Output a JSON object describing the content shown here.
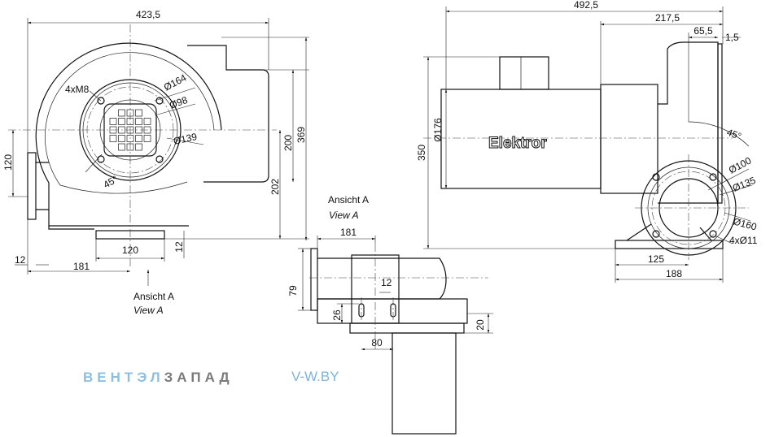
{
  "brand": {
    "part1": "ВЕНТЭЛ",
    "part2": "ЗАПАД",
    "site": "V-W.BY",
    "color_part1": "#8fbfe0",
    "color_part2": "#7a7a7a"
  },
  "front_view": {
    "width": "423,5",
    "height_369": "369",
    "height_200": "200",
    "height_202": "202",
    "height_120": "120",
    "dim_120_base": "120",
    "dim_12_left": "12",
    "dim_12_right": "12",
    "dim_181": "181",
    "thread": "4xM8",
    "d164": "Ø164",
    "d98": "Ø98",
    "d139": "Ø139",
    "angle": "45°",
    "view_label": "Ansicht A",
    "view_label_en": "View A"
  },
  "view_a": {
    "title": "Ansicht A",
    "title_en": "View A",
    "dim_181": "181",
    "dim_79": "79",
    "dim_12": "12",
    "dim_26": "26",
    "dim_20": "20",
    "dim_80": "80"
  },
  "side_view": {
    "length": "492,5",
    "dim_217": "217,5",
    "dim_65": "65,5",
    "dim_1_5": "1,5",
    "height_350": "350",
    "d176": "Ø176",
    "motor_label": "Elektror",
    "angle": "45°",
    "d100": "Ø100",
    "d135": "Ø135",
    "d160": "Ø160",
    "holes": "4xØ11",
    "dim_125": "125",
    "dim_188": "188"
  }
}
